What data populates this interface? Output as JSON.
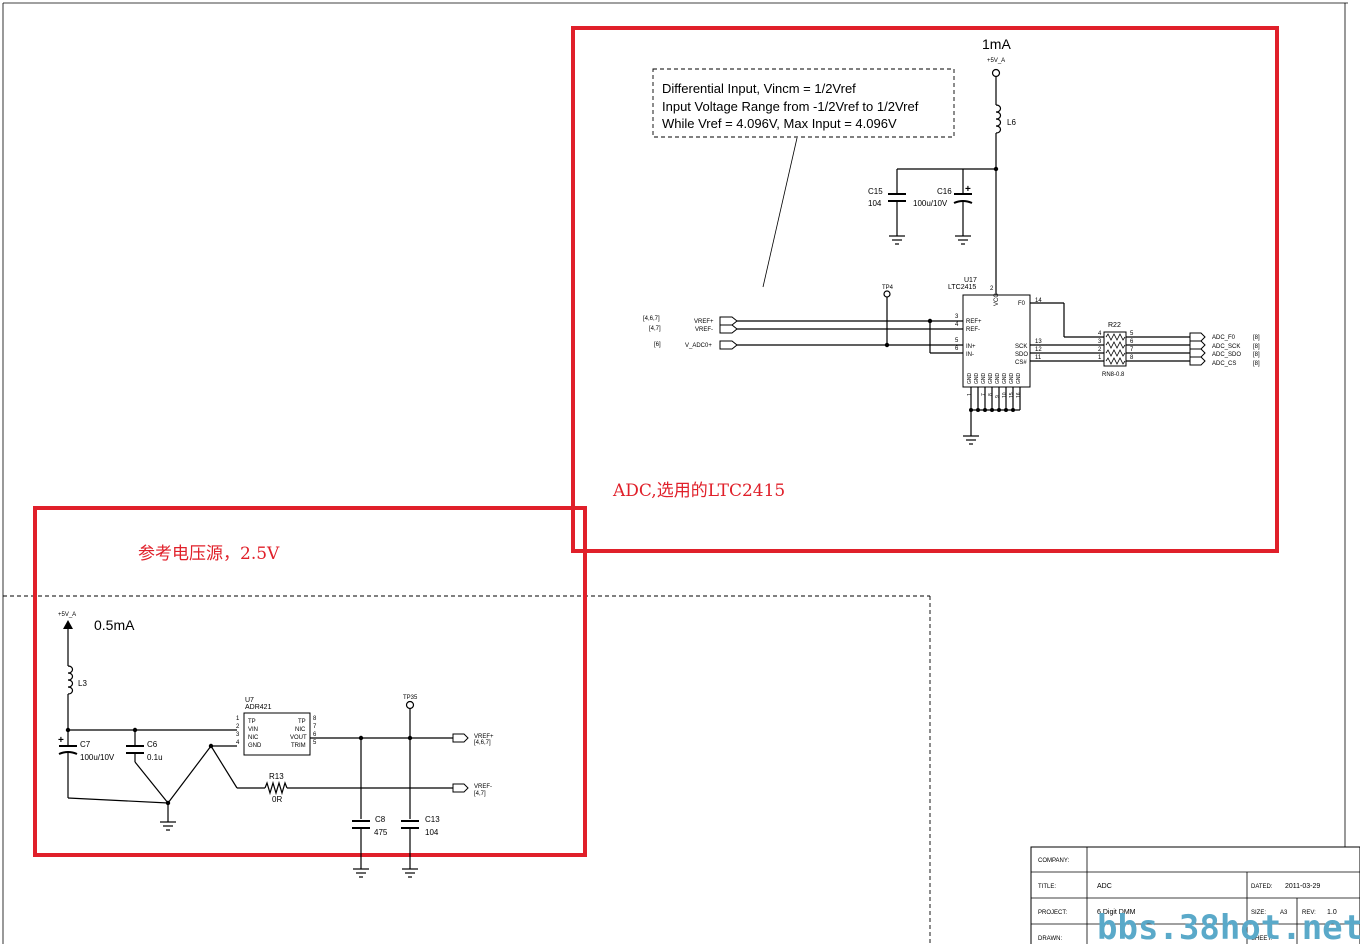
{
  "adc_section": {
    "current_label": "1mA",
    "supply_label": "+5V_A",
    "note_lines": [
      "Differential Input, Vincm = 1/2Vref",
      "Input Voltage Range from -1/2Vref to 1/2Vref",
      "While Vref = 4.096V, Max Input = 4.096V"
    ],
    "inductor": "L6",
    "c15_ref": "C15",
    "c15_val": "104",
    "c16_ref": "C16",
    "c16_val": "100u/10V",
    "tp_label": "TP4",
    "ic_ref": "U17",
    "ic_part": "LTC2415",
    "ic_vcc": "VCC",
    "ic_vcc_pin": "2",
    "left_pins": [
      {
        "num": "3",
        "name": "REF+"
      },
      {
        "num": "4",
        "name": "REF-"
      },
      {
        "num": "5",
        "name": "IN+"
      },
      {
        "num": "6",
        "name": "IN-"
      }
    ],
    "right_pins": [
      {
        "num": "14",
        "name": "F0"
      },
      {
        "num": "13",
        "name": "SCK"
      },
      {
        "num": "12",
        "name": "SDO"
      },
      {
        "num": "11",
        "name": "CS#"
      }
    ],
    "gnd_pins": [
      "GND",
      "GND",
      "GND",
      "GND",
      "GND",
      "GND",
      "GND",
      "GND"
    ],
    "gnd_pin_nums": [
      "1",
      "7",
      "8",
      "9",
      "10",
      "15",
      "16"
    ],
    "inputs": [
      {
        "page": "[4,6,7]",
        "name": "VREF+"
      },
      {
        "page": "[4,7]",
        "name": "VREF-"
      },
      {
        "page": "[6]",
        "name": "V_ADC0+"
      }
    ],
    "rn_ref": "R22",
    "rn_val": "RN8-0.8",
    "rn_left": [
      "4",
      "3",
      "2",
      "1"
    ],
    "rn_right": [
      "5",
      "6",
      "7",
      "8"
    ],
    "outputs": [
      {
        "name": "ADC_F0",
        "page": "[8]"
      },
      {
        "name": "ADC_SCK",
        "page": "[8]"
      },
      {
        "name": "ADC_SDO",
        "page": "[8]"
      },
      {
        "name": "ADC_CS",
        "page": "[8]"
      }
    ],
    "annotation": "ADC,选用的LTC2415"
  },
  "ref_section": {
    "annotation": "参考电压源，2.5V",
    "supply_label": "+5V_A",
    "current_label": "0.5mA",
    "inductor": "L3",
    "c7_ref": "C7",
    "c7_val": "100u/10V",
    "c6_ref": "C6",
    "c6_val": "0.1u",
    "ic_ref": "U7",
    "ic_part": "ADR421",
    "left_pins": [
      {
        "num": "1",
        "name": "TP"
      },
      {
        "num": "2",
        "name": "VIN"
      },
      {
        "num": "3",
        "name": "NIC"
      },
      {
        "num": "4",
        "name": "GND"
      }
    ],
    "right_pins": [
      {
        "num": "8",
        "name": "TP"
      },
      {
        "num": "7",
        "name": "NIC"
      },
      {
        "num": "6",
        "name": "VOUT"
      },
      {
        "num": "5",
        "name": "TRIM"
      }
    ],
    "tp_label": "TP35",
    "r13_ref": "R13",
    "r13_val": "0R",
    "c8_ref": "C8",
    "c8_val": "475",
    "c13_ref": "C13",
    "c13_val": "104",
    "out_plus": "VREF+",
    "out_plus_page": "[4,6,7]",
    "out_minus": "VREF-",
    "out_minus_page": "[4,7]"
  },
  "title_block": {
    "company_label": "COMPANY:",
    "title_label": "TITLE:",
    "title_value": "ADC",
    "dated_label": "DATED:",
    "dated_value": "2011-03-29",
    "project_label": "PROJECT:",
    "project_value": "6 Digit DMM",
    "size_label": "SIZE:",
    "size_value": "A3",
    "rev_label": "REV:",
    "rev_value": "1.0",
    "drawn_label": "DRAWN:",
    "sheet_label": "SHEET:"
  },
  "watermark": "bbs.38hot.net"
}
